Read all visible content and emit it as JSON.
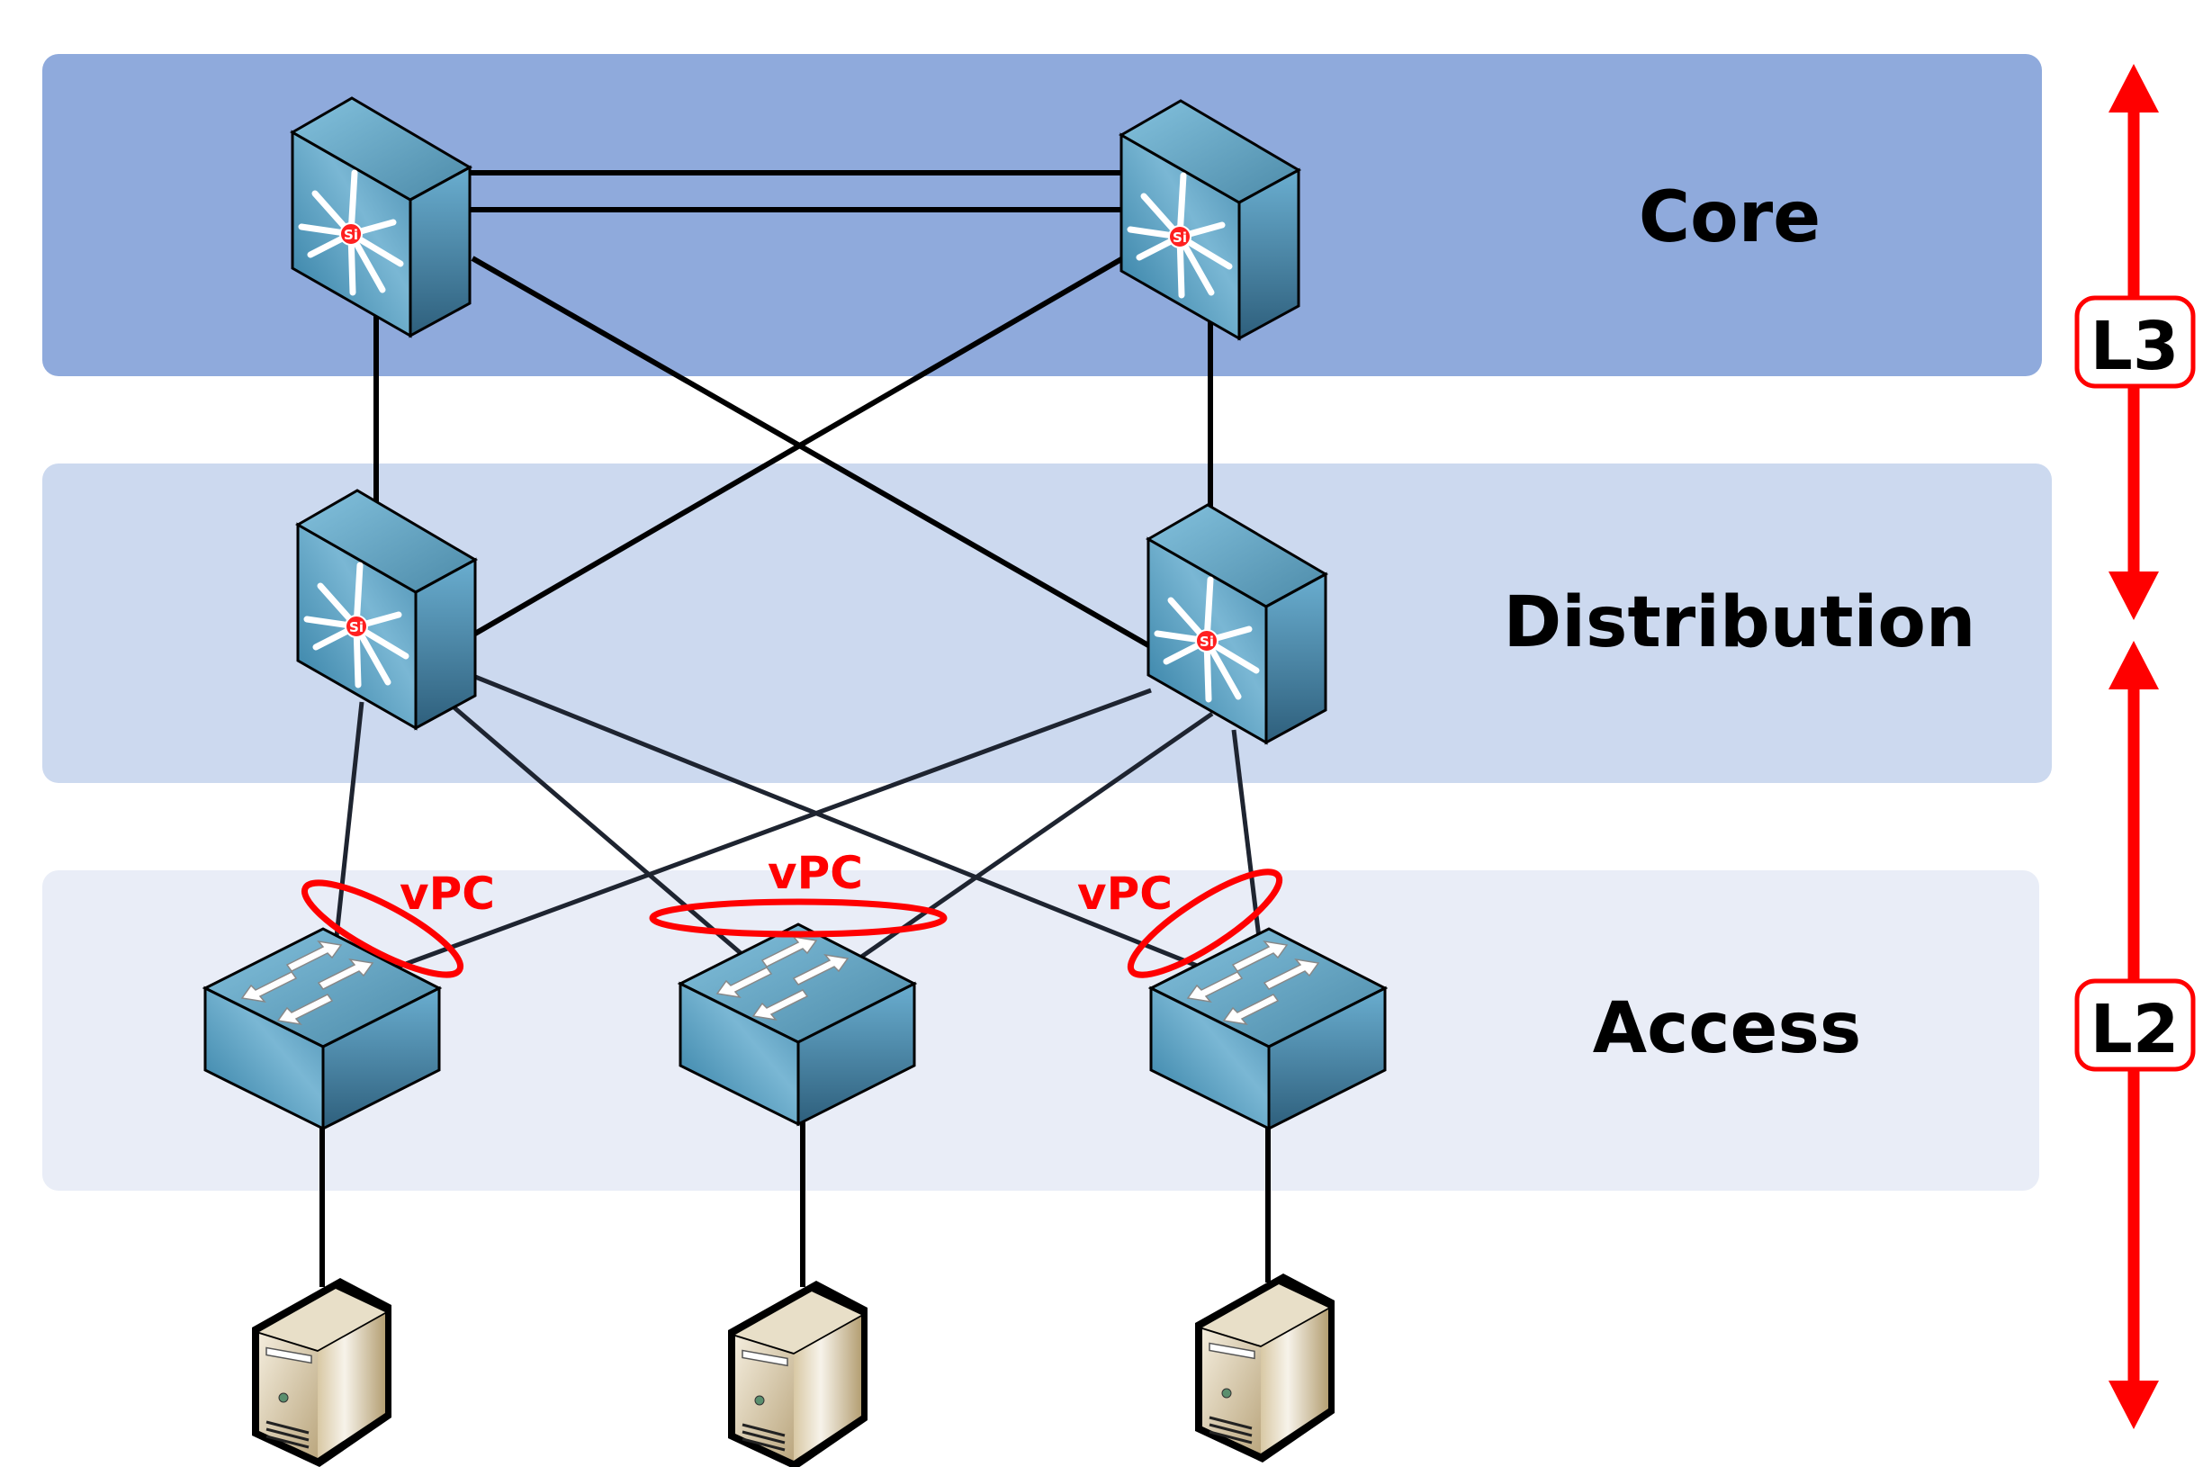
{
  "layers": {
    "core": {
      "label": "Core",
      "color": "#8FAADC"
    },
    "distribution": {
      "label": "Distribution",
      "color": "#CCD9EF"
    },
    "access": {
      "label": "Access",
      "color": "#E9EDF7"
    }
  },
  "vpc_labels": [
    "vPC",
    "vPC",
    "vPC"
  ],
  "layer_markers": {
    "l3": "L3",
    "l2": "L2"
  },
  "icons": {
    "multilayer_switch": "multilayer-switch-icon",
    "switch": "layer2-switch-icon",
    "server": "server-icon",
    "si_badge": "Si"
  },
  "colors": {
    "accent": "#FF0000",
    "link": "#000000"
  }
}
